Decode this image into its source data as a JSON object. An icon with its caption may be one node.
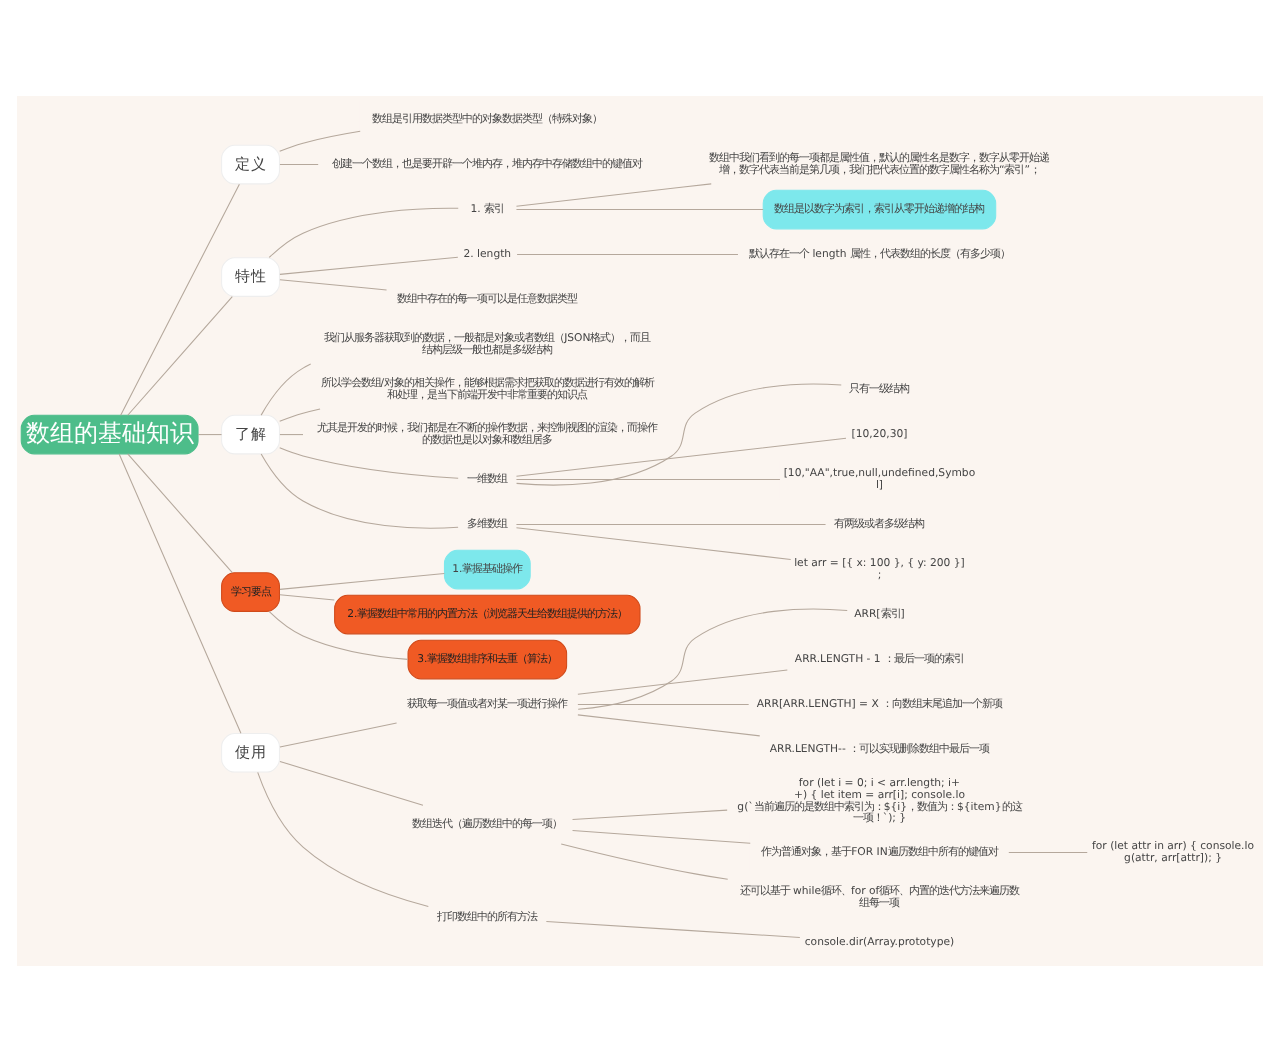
{
  "diagram": {
    "nodes": [
      {
        "text": [
          "数组的基础知识"
        ]
      },
      {
        "text": [
          "定义"
        ]
      },
      {
        "text": [
          "数组是引用数据类型中的对象数据类型（特殊对象）"
        ]
      },
      {
        "text": [
          "创建一个数组，也是要开辟一个堆内存，堆内存中存储数组中的键值对"
        ]
      },
      {
        "text": [
          "特性"
        ]
      },
      {
        "text": [
          "1. 索引"
        ]
      },
      {
        "text": [
          "数组中我们看到的每一项都是属性值，默认的属性名是数字，数字从零开始递增，数字代表当前是第几项，我们把代表位置的数字属性名称为“索引”；"
        ]
      },
      {
        "text": [
          "数组是以数字为索引，索引从零开始递增的结构"
        ]
      },
      {
        "text": [
          "2. length"
        ]
      },
      {
        "text": [
          "默认存在一个 length 属性，代表数组的长度（有多少项）"
        ]
      },
      {
        "text": [
          "数组中存在的每一项可以是任意数据类型"
        ]
      },
      {
        "text": [
          "了解"
        ]
      },
      {
        "text": [
          "我们从服务器获取到的数据，一般都是对象或者数组（JSON格式），而且结构层级一般也都是多级结构"
        ]
      },
      {
        "text": [
          "所以学会数组/对象的相关操作，能够根据需求把获取的数据进行有效的解析和处理，是当下前端开发中非常重要的知识点"
        ]
      },
      {
        "text": [
          "尤其是开发的时候，我们都是在不断的操作数据，来控制视图的渲染，而操作的数据也是以对象和数组居多"
        ]
      },
      {
        "text": [
          "一维数组"
        ]
      },
      {
        "text": [
          "只有一级结构"
        ]
      },
      {
        "text": [
          "[10,20,30]"
        ]
      },
      {
        "text": [
          "[10,\"AA\",true,null,undefined,Symbol]"
        ]
      },
      {
        "text": [
          "多维数组"
        ]
      },
      {
        "text": [
          "有两级或者多级结构"
        ]
      },
      {
        "text": [
          "let arr = [{ x: 100 }, { y: 200 }];"
        ]
      },
      {
        "text": [
          "学习要点"
        ]
      },
      {
        "text": [
          "1.掌握基础操作"
        ]
      },
      {
        "text": [
          "2.掌握数组中常用的内置方法（浏览器天生给数组提供的方法）"
        ]
      },
      {
        "text": [
          "3.掌握数组排序和去重（算法）"
        ]
      },
      {
        "text": [
          "使用"
        ]
      },
      {
        "text": [
          "获取每一项值或者对某一项进行操作"
        ]
      },
      {
        "text": [
          "ARR[索引]"
        ]
      },
      {
        "text": [
          "ARR.LENGTH - 1 ：最后一项的索引"
        ]
      },
      {
        "text": [
          "ARR[ARR.LENGTH] = X ：向数组末尾追加一个新项"
        ]
      },
      {
        "text": [
          "ARR.LENGTH-- ：可以实现删除数组中最后一项"
        ]
      },
      {
        "text": [
          "数组迭代（遍历数组中的每一项）"
        ]
      },
      {
        "text": [
          "for (let i = 0; i < arr.length; i++) { let item = arr[i]; console.log(`当前遍历的是数组中索引为：${i}，数值为：${item}的这一项！`); }"
        ]
      },
      {
        "text": [
          "作为普通对象，基于FOR IN遍历数组中所有的键值对"
        ]
      },
      {
        "text": [
          "for (let attr in arr) { console.log(attr, arr[attr]); }"
        ]
      },
      {
        "text": [
          "还可以基于 while循环、for of循环、内置的迭代方法来遍历数组每一项"
        ]
      },
      {
        "text": [
          "打印数组中的所有方法"
        ]
      },
      {
        "text": [
          "console.dir(Array.prototype)"
        ]
      }
    ],
    "edges": [
      {
        "from": 0,
        "to": 1,
        "arrow": "none"
      },
      {
        "from": 1,
        "to": 2,
        "arrow": "none"
      },
      {
        "from": 1,
        "to": 3,
        "arrow": "none"
      },
      {
        "from": 0,
        "to": 4,
        "arrow": "none"
      },
      {
        "from": 4,
        "to": 5,
        "arrow": "none"
      },
      {
        "from": 5,
        "to": 6,
        "arrow": "none"
      },
      {
        "from": 5,
        "to": 7,
        "arrow": "none"
      },
      {
        "from": 4,
        "to": 8,
        "arrow": "none"
      },
      {
        "from": 8,
        "to": 9,
        "arrow": "none"
      },
      {
        "from": 4,
        "to": 10,
        "arrow": "none"
      },
      {
        "from": 0,
        "to": 11,
        "arrow": "none"
      },
      {
        "from": 11,
        "to": 12,
        "arrow": "none"
      },
      {
        "from": 11,
        "to": 13,
        "arrow": "none"
      },
      {
        "from": 11,
        "to": 14,
        "arrow": "none"
      },
      {
        "from": 11,
        "to": 15,
        "arrow": "none"
      },
      {
        "from": 15,
        "to": 16,
        "arrow": "none"
      },
      {
        "from": 15,
        "to": 17,
        "arrow": "none"
      },
      {
        "from": 15,
        "to": 18,
        "arrow": "none"
      },
      {
        "from": 11,
        "to": 19,
        "arrow": "none"
      },
      {
        "from": 19,
        "to": 20,
        "arrow": "none"
      },
      {
        "from": 19,
        "to": 21,
        "arrow": "none"
      },
      {
        "from": 0,
        "to": 22,
        "arrow": "none"
      },
      {
        "from": 22,
        "to": 23,
        "arrow": "none"
      },
      {
        "from": 22,
        "to": 24,
        "arrow": "none"
      },
      {
        "from": 22,
        "to": 25,
        "arrow": "none"
      },
      {
        "from": 0,
        "to": 26,
        "arrow": "none"
      },
      {
        "from": 26,
        "to": 27,
        "arrow": "none"
      },
      {
        "from": 27,
        "to": 28,
        "arrow": "none"
      },
      {
        "from": 27,
        "to": 29,
        "arrow": "none"
      },
      {
        "from": 27,
        "to": 30,
        "arrow": "none"
      },
      {
        "from": 27,
        "to": 31,
        "arrow": "none"
      },
      {
        "from": 26,
        "to": 32,
        "arrow": "none"
      },
      {
        "from": 32,
        "to": 33,
        "arrow": "none"
      },
      {
        "from": 32,
        "to": 34,
        "arrow": "none"
      },
      {
        "from": 34,
        "to": 35,
        "arrow": "none"
      },
      {
        "from": 32,
        "to": 36,
        "arrow": "none"
      },
      {
        "from": 26,
        "to": 37,
        "arrow": "none"
      },
      {
        "from": 37,
        "to": 38,
        "arrow": "none"
      }
    ]
  }
}
